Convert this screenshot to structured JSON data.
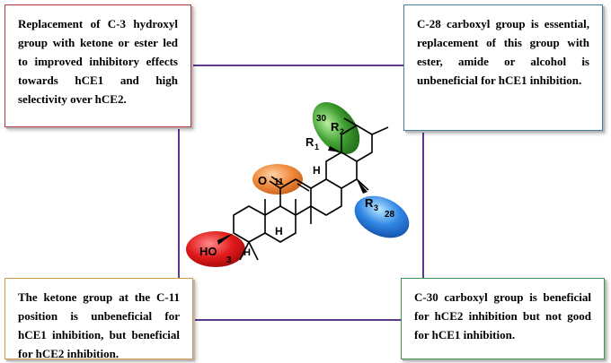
{
  "boxes": {
    "top_left": "Replacement of C-3 hydroxyl group with ketone or ester led to improved inhibitory effects towards hCE1 and high selectivity over hCE2.",
    "top_right": "C-28 carboxyl group is essential, replacement of this group with ester, amide or alcohol is unbeneficial for hCE1 inhibition.",
    "bottom_left": "The ketone group at the C-11 position is unbeneficial for hCE1 inhibition, but beneficial for hCE2 inhibition.",
    "bottom_right": "C-30 carboxyl group is beneficial for hCE2 inhibition but not good for hCE1 inhibition."
  },
  "structure": {
    "ho": "HO",
    "num_3": "3",
    "o": "O",
    "num_11": "11",
    "h_c9": "H",
    "h_c5": "H",
    "h_c18": "H",
    "r1": "R",
    "r1_sub": "1",
    "r2": "R",
    "r2_sub": "2",
    "num_30": "30",
    "r3": "R",
    "r3_sub": "3",
    "num_28": "28"
  },
  "colors": {
    "frame": "#5b3a8c",
    "highlight_c3": "#e21b1b",
    "highlight_c11": "#f08a3c",
    "highlight_c30": "#3f9f30",
    "highlight_c28": "#2f86e3"
  }
}
